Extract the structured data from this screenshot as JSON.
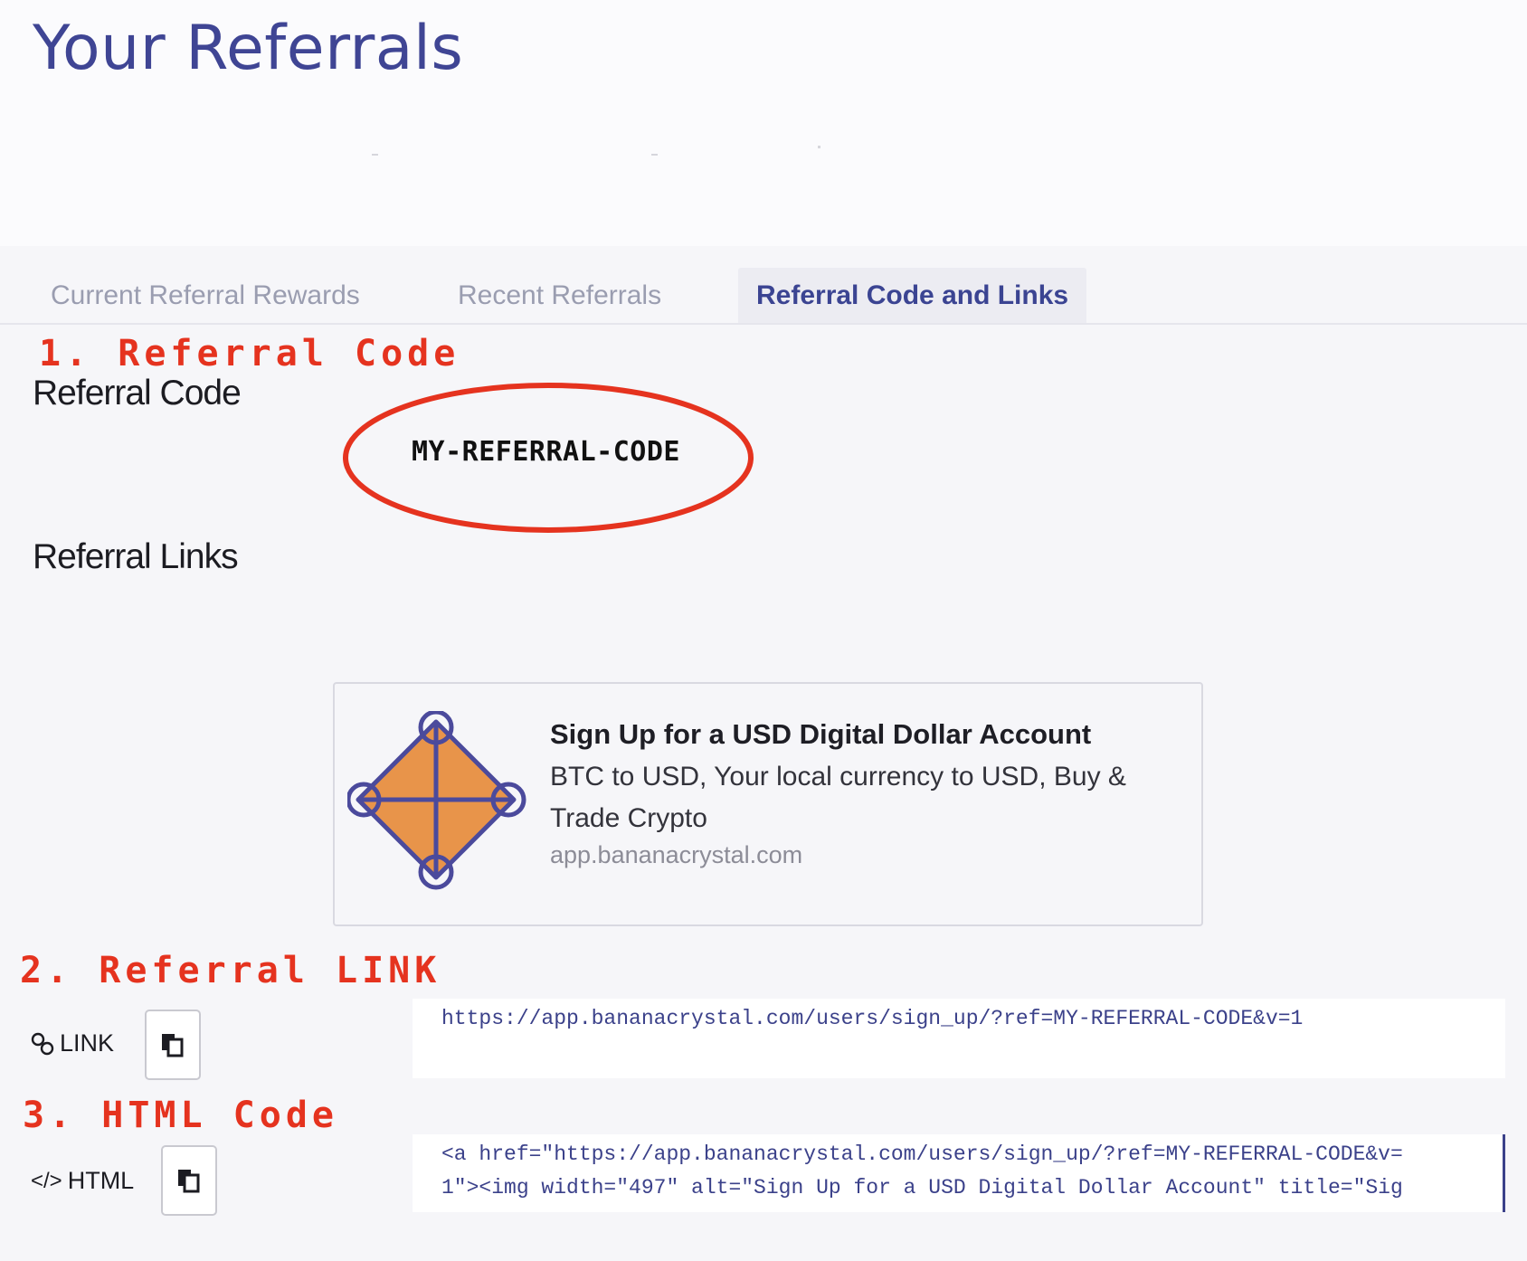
{
  "page": {
    "title": "Your Referrals"
  },
  "tabs": [
    {
      "label": "Current Referral Rewards",
      "active": false
    },
    {
      "label": "Recent Referrals",
      "active": false
    },
    {
      "label": "Referral Code and Links",
      "active": true
    }
  ],
  "annotations": {
    "step1": "1. Referral Code",
    "step2": "2. Referral LINK",
    "step3": "3. HTML Code",
    "color": "#e5331f"
  },
  "referral_code": {
    "label": "Referral Code",
    "value": "MY-REFERRAL-CODE"
  },
  "referral_links": {
    "label": "Referral Links",
    "preview": {
      "icon": "banana-crystal-diamond-logo",
      "title": "Sign Up for a USD Digital Dollar Account",
      "description": "BTC to USD, Your local currency to USD, Buy & Trade Crypto",
      "domain": "app.bananacrystal.com"
    }
  },
  "link_row": {
    "icon": "link-icon",
    "label": "LINK",
    "copy_icon": "copy-icon",
    "value": "https://app.bananacrystal.com/users/sign_up/?ref=MY-REFERRAL-CODE&v=1"
  },
  "html_row": {
    "icon": "code-icon",
    "icon_text": "</>",
    "label": "HTML",
    "copy_icon": "copy-icon",
    "lines": [
      "<a href=\"https://app.bananacrystal.com/users/sign_up/?ref=MY-REFERRAL-CODE&v=",
      "1\"><img width=\"497\" alt=\"Sign Up for a USD Digital Dollar Account\" title=\"Sig"
    ]
  },
  "colors": {
    "brand": "#3f4594",
    "logo_fill": "#e8944a",
    "logo_stroke": "#4b4a9c"
  }
}
